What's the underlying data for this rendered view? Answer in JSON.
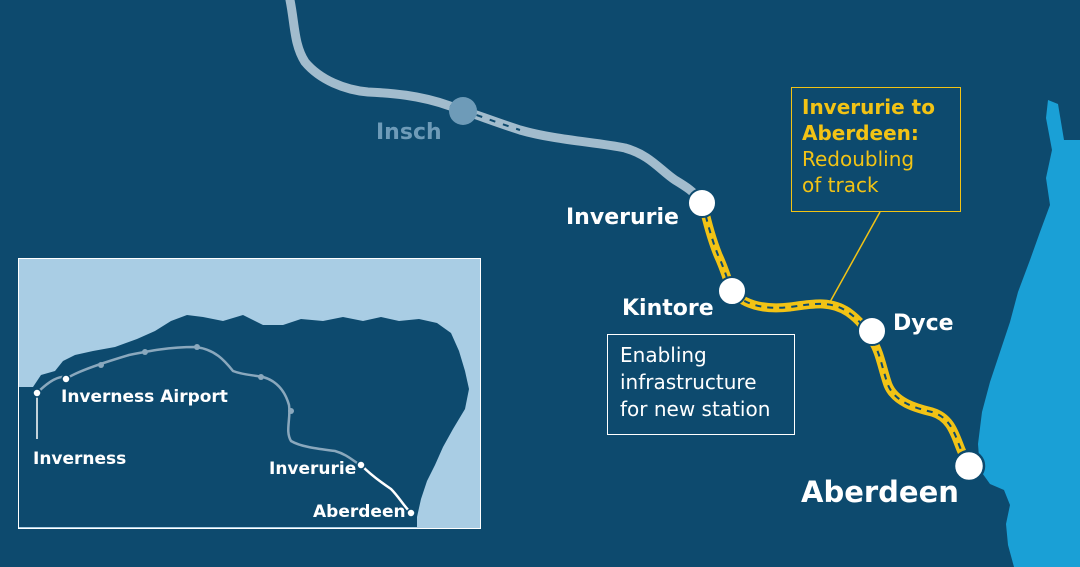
{
  "stations": {
    "insch": "Insch",
    "inverurie": "Inverurie",
    "kintore": "Kintore",
    "dyce": "Dyce",
    "aberdeen": "Aberdeen"
  },
  "callouts": {
    "redoubling": {
      "title_line1": "Inverurie to",
      "title_line2": "Aberdeen:",
      "body_line1": "Redoubling",
      "body_line2": "of track"
    },
    "kintore_station": {
      "line1": "Enabling",
      "line2": "infrastructure",
      "line3": "for new station"
    }
  },
  "inset": {
    "labels": {
      "inverness": "Inverness",
      "inverness_airport": "Inverness Airport",
      "inverurie": "Inverurie",
      "aberdeen": "Aberdeen"
    }
  },
  "colors": {
    "sea": "#0d4a6e",
    "land_main": "#1aa0d6",
    "route_upgrade": "#f2c315",
    "route_existing": "#a2bccd",
    "inset_sea": "#a9cde4",
    "inset_land": "#0d4a6e"
  }
}
